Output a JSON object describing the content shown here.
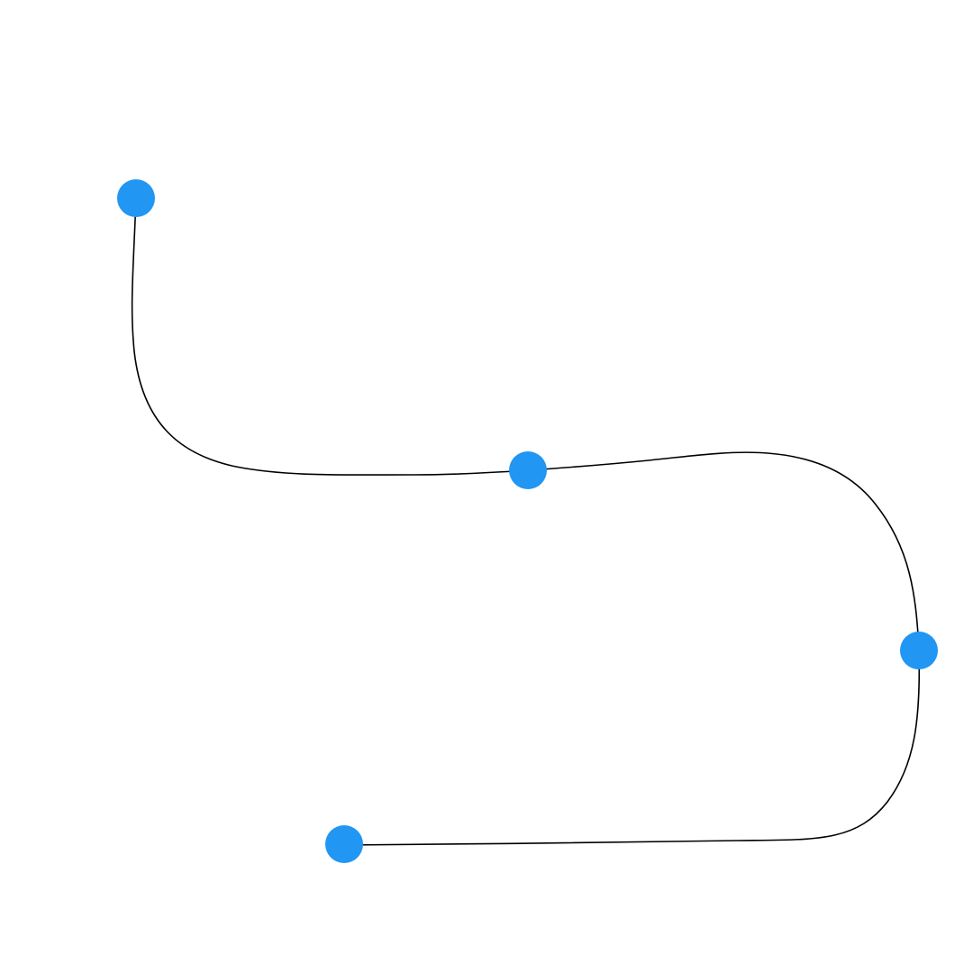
{
  "diagram": {
    "nodes": [
      {
        "id": "node-1"
      },
      {
        "id": "node-2"
      },
      {
        "id": "node-3"
      },
      {
        "id": "node-4"
      }
    ],
    "edges": [
      {
        "from": "node-1",
        "to": "node-2"
      },
      {
        "from": "node-2",
        "to": "node-3"
      },
      {
        "from": "node-3",
        "to": "node-4"
      }
    ]
  },
  "colors": {
    "node": "#2196F3",
    "edge": "#000000",
    "background": "#FFFFFF"
  }
}
